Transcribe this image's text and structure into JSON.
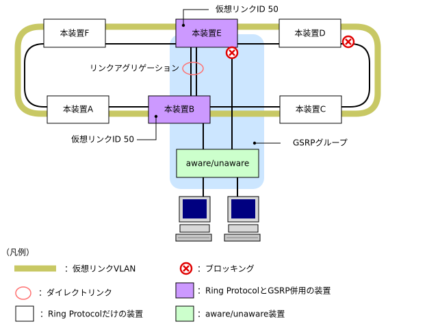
{
  "diagram": {
    "devices": {
      "A": "本装置A",
      "B": "本装置B",
      "C": "本装置C",
      "D": "本装置D",
      "E": "本装置E",
      "F": "本装置F",
      "aware": "aware/unaware"
    },
    "callouts": {
      "virtual_link_top": "仮想リンクID 50",
      "virtual_link_bottom": "仮想リンクID 50",
      "link_aggregation": "リンクアグリゲーション",
      "gsrp_group": "GSRPグループ"
    }
  },
  "legend": {
    "title": "（凡例）",
    "virtual_vlan": "：仮想リンクVLAN",
    "direct_link": "：ダイレクトリンク",
    "ring_only": "：Ring Protocolだけの装置",
    "blocking": "：ブロッキング",
    "ring_gsrp": "：Ring ProtocolとGSRP併用の装置",
    "aware_device": "：aware/unaware装置"
  },
  "colors": {
    "vlan": "#c8c864",
    "gsrp_area": "#cce6ff",
    "ring_gsrp_device": "#cc99ff",
    "aware_device": "#ccffcc",
    "blocking": "#e00000"
  }
}
